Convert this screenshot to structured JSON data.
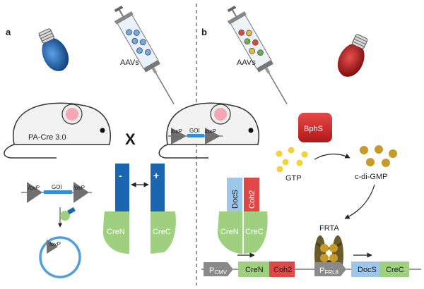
{
  "panels": {
    "a": "a",
    "b": "b"
  },
  "labels": {
    "aavs_left": "AAVs",
    "aavs_right": "AAVs",
    "mouse_line": "PA-Cre 3.0",
    "cross": "X",
    "goi_mouse": "GOI",
    "goi_construct": "GOI",
    "loxp": "loxP",
    "minus": "-",
    "plus": "+",
    "cren": "CreN",
    "crec": "CreC",
    "docs": "DocS",
    "coh2": "Coh2",
    "bphs": "BphS",
    "gtp": "GTP",
    "cdigmp": "c-di-GMP",
    "frta": "FRTA",
    "pcmv_main": "P",
    "pcmv_sub": "CMV",
    "pfrl_main": "P",
    "pfrl_sub": "FRL8"
  },
  "colors": {
    "blue_bulb": "#1f5fa8",
    "red_bulb": "#c0181b",
    "cre_green": "#9ed07f",
    "blue_bar": "#1a66b0",
    "red_box": "#e04848",
    "light_blue_box": "#9ec6e8",
    "gold": "#c89a2a",
    "yellow": "#f5d23a",
    "mouse_pink": "#f5a5b5",
    "gray_promoter": "#8a8a8a"
  }
}
